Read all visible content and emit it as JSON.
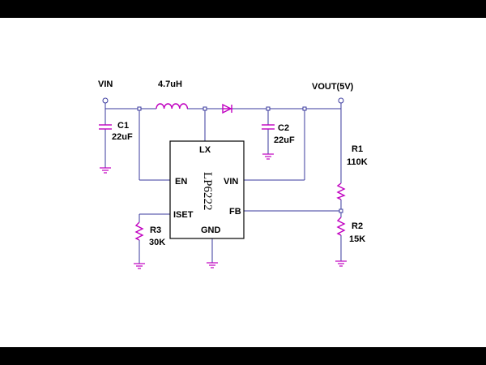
{
  "diagram": {
    "chip": {
      "name": "LP6222",
      "pins": {
        "lx": "LX",
        "en": "EN",
        "vin": "VIN",
        "iset": "ISET",
        "fb": "FB",
        "gnd": "GND"
      }
    },
    "labels": {
      "vin": "VIN",
      "vout": "VOUT(5V)",
      "inductor": "4.7uH",
      "c1_name": "C1",
      "c1_value": "22uF",
      "c2_name": "C2",
      "c2_value": "22uF",
      "r1_name": "R1",
      "r1_value": "110K",
      "r2_name": "R2",
      "r2_value": "15K",
      "r3_name": "R3",
      "r3_value": "30K"
    },
    "colors": {
      "background": "#ffffff",
      "frame": "#000000",
      "wire": "#3a3a9e",
      "component": "#c000c0",
      "ground": "#c000c0",
      "text": "#000000"
    }
  }
}
